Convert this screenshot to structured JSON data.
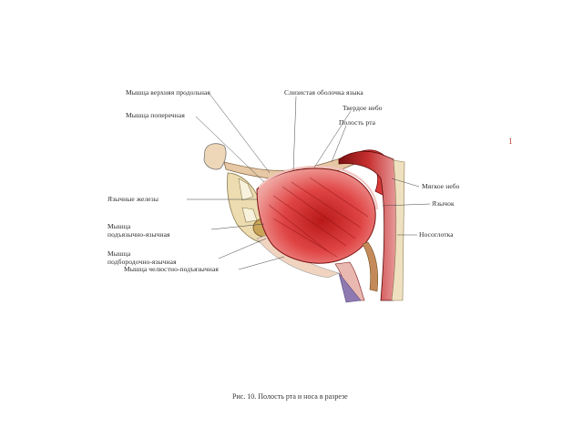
{
  "labels": {
    "muscle_upper_longitudinal": "Мышца верхняя продольная",
    "muscle_transverse": "Мышца поперечная",
    "lingual_glands": "Язычные железы",
    "muscle_hyoglossus_line1": "Мышца",
    "muscle_hyoglossus_line2": "подъязычно-язычная",
    "muscle_chin_lingual_line1": "Мышца",
    "muscle_chin_lingual_line2": "подбородочно-язычная",
    "muscle_mylohyoid": "Мышца челюстно-подъязычная",
    "mucosa_of_tongue": "Слизистая оболочка языка",
    "hard_palate": "Твердое небо",
    "oral_cavity": "Полость рта",
    "soft_palate": "Мягкое небо",
    "uvula": "Язычок",
    "nasopharynx": "Носоглотка"
  },
  "caption": "Рис. 10. Полость рта и носа в разрезе",
  "page_mark": "1",
  "colors": {
    "muscle": "#d62b2b",
    "muscle_dark": "#9e1a1a",
    "bone": "#e8dcae",
    "mucosa": "#e6a2a0",
    "line": "#444444"
  }
}
